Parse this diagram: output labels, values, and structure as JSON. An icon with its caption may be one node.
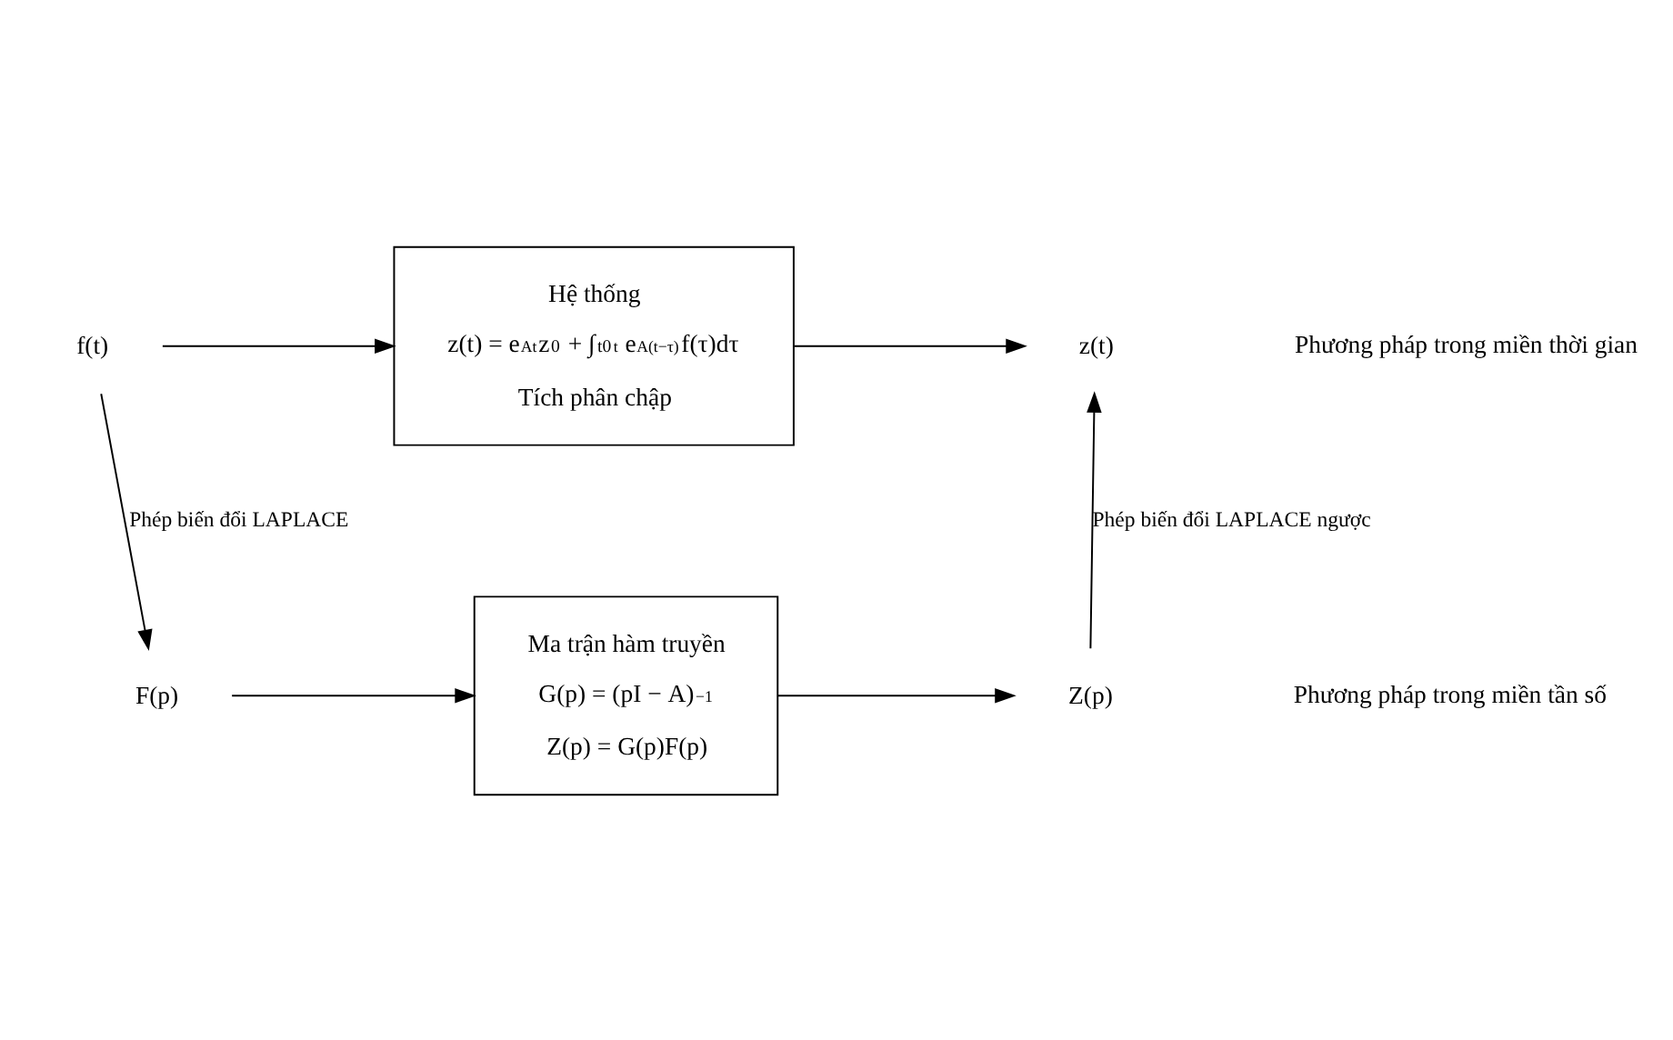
{
  "diagram": {
    "nodes": [
      {
        "text": [
          "f(t)"
        ]
      },
      {
        "text": [
          "Hệ thống",
          "z(t) = e$^{At}$z$_{0}$ + ∫$_{t0}$$^{t}$ e$^{A(t−τ)}$f(τ)dτ",
          "Tích phân chập"
        ]
      },
      {
        "text": [
          "z(t)"
        ]
      },
      {
        "text": [
          "F(p)"
        ]
      },
      {
        "text": [
          "Ma trận hàm truyền",
          "G(p) = (pI − A)$^{−1}$",
          "Z(p) = G(p)F(p)"
        ]
      },
      {
        "text": [
          "Z(p)"
        ]
      }
    ],
    "edges": [
      {
        "from": 0,
        "to": 1,
        "arrow": "to"
      },
      {
        "from": 1,
        "to": 2,
        "arrow": "to"
      },
      {
        "from": 3,
        "to": 4,
        "arrow": "to"
      },
      {
        "from": 4,
        "to": 5,
        "arrow": "to"
      },
      {
        "from": 0,
        "to": 3,
        "arrow": "to",
        "label": "Phép biến đổi LAPLACE"
      },
      {
        "from": 5,
        "to": 2,
        "arrow": "to",
        "label": "Phép biến đổi LAPLACE ngược"
      }
    ],
    "labels": [
      "Phương pháp trong miền thời gian",
      "Phương pháp trong miền tần số"
    ]
  }
}
